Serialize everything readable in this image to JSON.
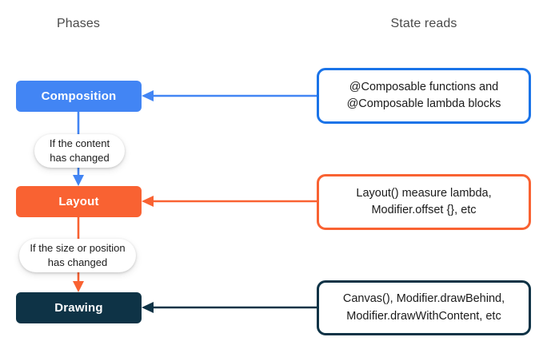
{
  "headers": {
    "left": "Phases",
    "right": "State reads"
  },
  "colors": {
    "composition": "#4285f4",
    "layout": "#f96232",
    "drawing": "#0e3346",
    "header_text": "#4a4a4a",
    "body_text": "#1b1b1b",
    "background": "#ffffff"
  },
  "rows": [
    {
      "phase_label": "Composition",
      "state_line1": "@Composable functions and",
      "state_line2": "@Composable lambda blocks",
      "accent": "#4285f4"
    },
    {
      "phase_label": "Layout",
      "state_line1": "Layout() measure lambda,",
      "state_line2": "Modifier.offset {}, etc",
      "accent": "#f96232"
    },
    {
      "phase_label": "Drawing",
      "state_line1": "Canvas(), Modifier.drawBehind,",
      "state_line2": "Modifier.drawWithContent, etc",
      "accent": "#0e3346"
    }
  ],
  "conditions": [
    {
      "line1": "If the content",
      "line2": "has changed"
    },
    {
      "line1": "If the size or position",
      "line2": "has changed"
    }
  ]
}
